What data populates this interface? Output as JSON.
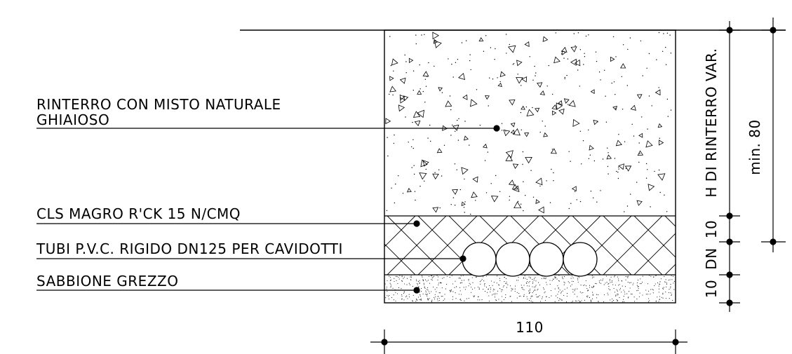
{
  "labels": {
    "backfill_line1": "RINTERRO CON MISTO NATURALE",
    "backfill_line2": "GHIAIOSO",
    "concrete": "CLS MAGRO R'CK 15 N/CMQ",
    "pipes": "TUBI P.V.C. RIGIDO DN125 PER CAVIDOTTI",
    "sand": "SABBIONE GREZZO"
  },
  "dimensions": {
    "width": "110",
    "backfill_height": "H DI RINTERRO VAR.",
    "min_depth": "min. 80",
    "concrete_thickness": "10",
    "pipe_layer": "DN",
    "sand_thickness": "10"
  },
  "colors": {
    "line": "#000000",
    "background": "#ffffff"
  }
}
